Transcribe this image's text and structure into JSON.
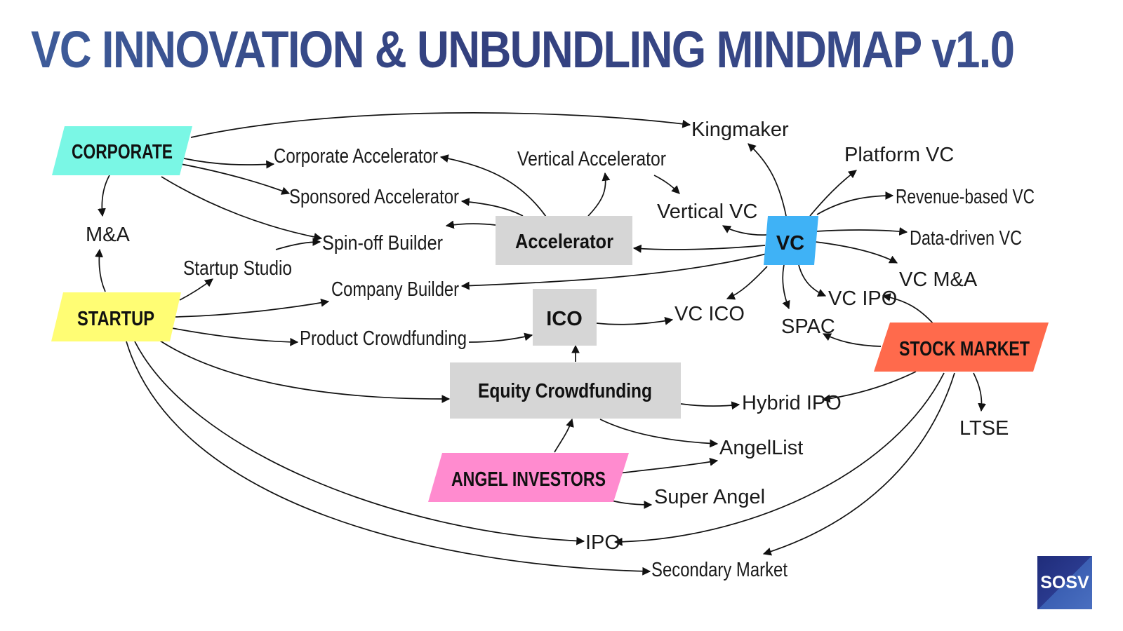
{
  "title": "VC INNOVATION & UNBUNDLING MINDMAP v1.0",
  "logo": {
    "text": "SOSV"
  },
  "colors": {
    "corporate": "#7af7e5",
    "startup": "#fffd74",
    "vc": "#3fb2f6",
    "stock_market": "#ff6a4c",
    "angel_investors": "#ff8bcf",
    "hub_gray": "#d6d6d6",
    "title_blue": "#33407e"
  },
  "actors": {
    "corporate": "CORPORATE",
    "startup": "STARTUP",
    "vc": "VC",
    "stock_market": "STOCK MARKET",
    "angel_investors": "ANGEL INVESTORS"
  },
  "hubs": {
    "accelerator": "Accelerator",
    "ico": "ICO",
    "equity_crowdfunding": "Equity Crowdfunding"
  },
  "labels": {
    "kingmaker": "Kingmaker",
    "corporate_accelerator": "Corporate Accelerator",
    "vertical_accelerator": "Vertical Accelerator",
    "platform_vc": "Platform VC",
    "sponsored_accelerator": "Sponsored Accelerator",
    "revenue_based_vc": "Revenue-based VC",
    "vertical_vc": "Vertical VC",
    "m_and_a": "M&A",
    "spin_off_builder": "Spin-off Builder",
    "data_driven_vc": "Data-driven VC",
    "startup_studio": "Startup Studio",
    "vc_m_and_a": "VC M&A",
    "company_builder": "Company Builder",
    "vc_ipo": "VC IPO",
    "vc_ico": "VC ICO",
    "spac": "SPAC",
    "product_crowdfunding": "Product Crowdfunding",
    "hybrid_ipo": "Hybrid IPO",
    "ltse": "LTSE",
    "angellist": "AngelList",
    "super_angel": "Super Angel",
    "ipo": "IPO",
    "secondary_market": "Secondary Market"
  }
}
